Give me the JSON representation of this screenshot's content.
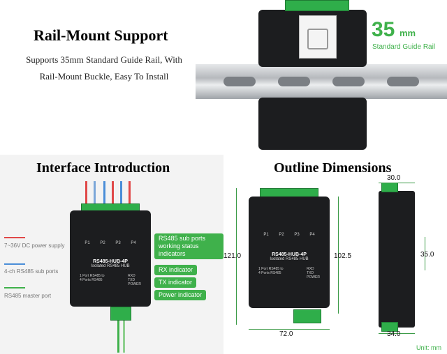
{
  "top": {
    "title": "Rail-Mount Support",
    "desc_line1": "Supports 35mm Standard Guide Rail, With",
    "desc_line2": "Rail-Mount Buckle, Easy To Install",
    "size_value": "35",
    "size_unit": "mm",
    "size_caption": "Standard Guide Rail",
    "accent": "#3fb14b"
  },
  "interface": {
    "title": "Interface Introduction",
    "legend": [
      {
        "text": "7~36V DC power supply",
        "color": "#e04848"
      },
      {
        "text": "4-ch RS485 sub ports",
        "color": "#4a8ed8"
      },
      {
        "text": "RS485 master port",
        "color": "#3fb14b"
      }
    ],
    "callouts": [
      {
        "line1": "RS485 sub ports",
        "line2": "working status indicators"
      },
      {
        "line1": "RX indicator",
        "line2": ""
      },
      {
        "line1": "TX indicator",
        "line2": ""
      },
      {
        "line1": "Power indicator",
        "line2": ""
      }
    ],
    "device": {
      "model": "RS485-HUB-4P",
      "subtitle": "Isolated RS485 HUB",
      "desc1": "1 Port RS485 to",
      "desc2": "4 Ports RS485",
      "leds": [
        "P1",
        "P2",
        "P3",
        "P4"
      ],
      "ind": [
        "RXD",
        "TXD",
        "POWER"
      ]
    }
  },
  "outline": {
    "title": "Outline Dimensions",
    "height_left": "121.0",
    "height_right": "102.5",
    "width_bottom": "72.0",
    "side_top": "30.0",
    "side_mid": "35.0",
    "side_bottom": "34.0",
    "unit": "Unit: mm",
    "device": {
      "model": "RS485-HUB-4P",
      "subtitle": "Isolated RS485 HUB",
      "desc1": "1 Port RS485 to",
      "desc2": "4 Ports RS485",
      "leds": [
        "P1",
        "P2",
        "P3",
        "P4"
      ],
      "ind": [
        "RXD",
        "TXD",
        "POWER"
      ]
    }
  }
}
